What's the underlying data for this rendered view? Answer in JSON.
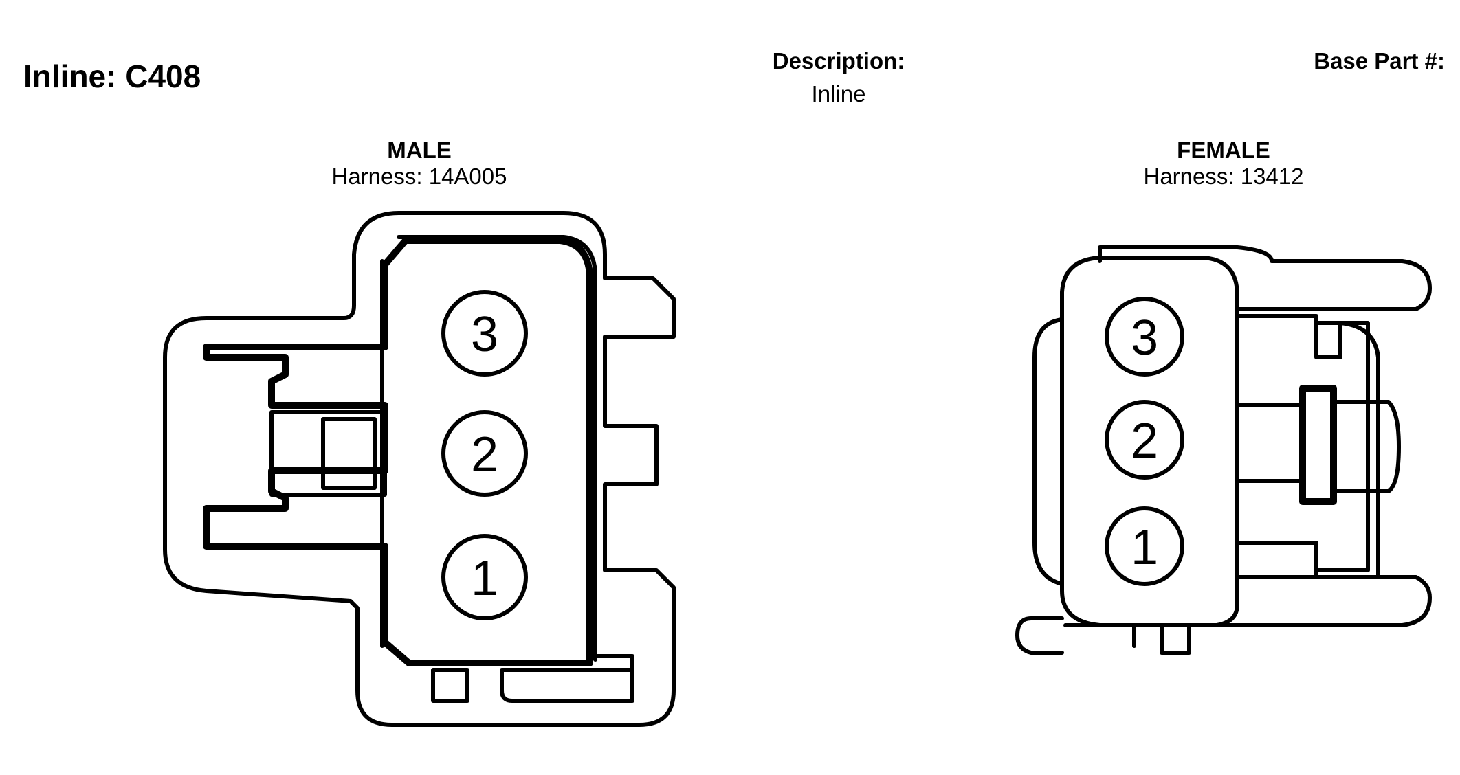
{
  "header": {
    "title": "Inline: C408",
    "description_label": "Description:",
    "description_value": "Inline",
    "base_part_label": "Base Part #:"
  },
  "connectors": {
    "male": {
      "gender": "MALE",
      "harness": "Harness: 14A005",
      "pins": [
        "3",
        "2",
        "1"
      ]
    },
    "female": {
      "gender": "FEMALE",
      "harness": "Harness: 13412",
      "pins": [
        "3",
        "2",
        "1"
      ]
    }
  }
}
